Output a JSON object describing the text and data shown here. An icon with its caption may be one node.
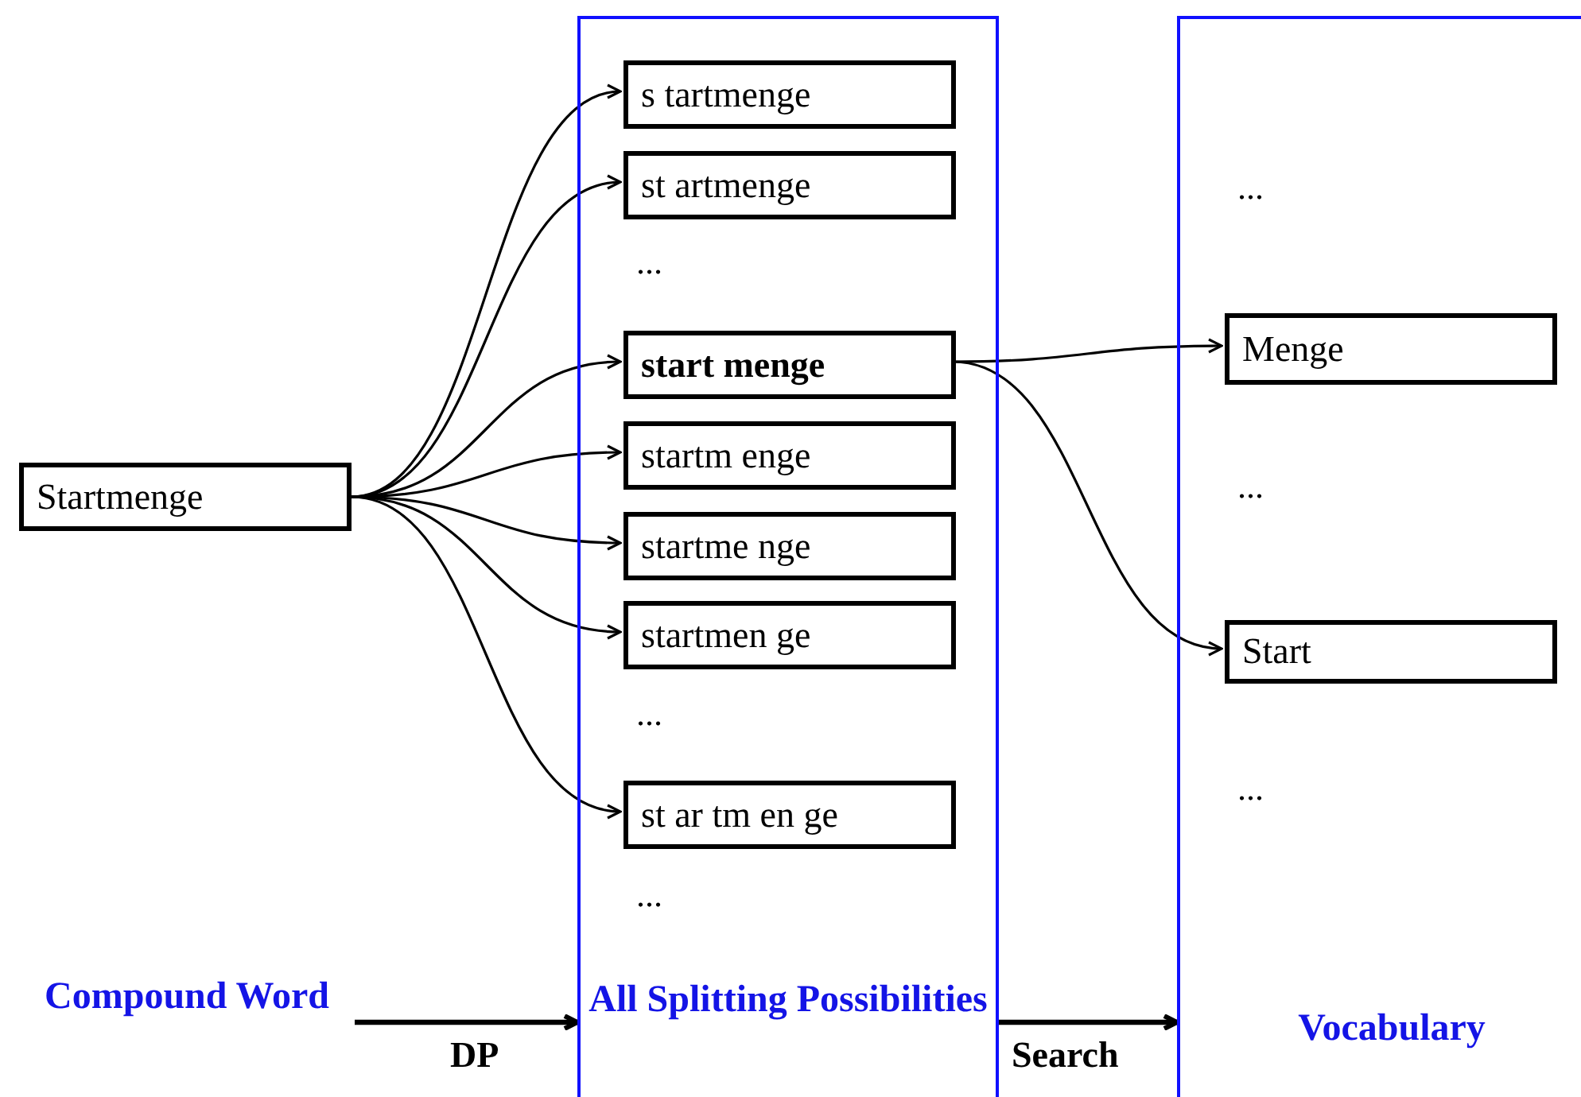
{
  "diagram": {
    "nodes": [
      {
        "text": [
          "Startmenge"
        ]
      },
      {
        "text": [
          "All Splitting Possibilities"
        ]
      },
      {
        "text": [
          "s tartmenge"
        ],
        "in": 1
      },
      {
        "text": [
          "st artmenge"
        ],
        "in": 1
      },
      {
        "text": [
          "start menge"
        ],
        "in": 1
      },
      {
        "text": [
          "startm enge"
        ],
        "in": 1
      },
      {
        "text": [
          "startme nge"
        ],
        "in": 1
      },
      {
        "text": [
          "startmen ge"
        ],
        "in": 1
      },
      {
        "text": [
          "st ar tm en ge"
        ],
        "in": 1
      },
      {
        "text": [
          "Vocabulary"
        ]
      },
      {
        "text": [
          "Menge"
        ],
        "in": 9
      },
      {
        "text": [
          "Start"
        ],
        "in": 9
      },
      {
        "text": [
          "Compound Word"
        ]
      }
    ],
    "edges": [
      {
        "from": 0,
        "to": 2,
        "arrow": "to"
      },
      {
        "from": 0,
        "to": 3,
        "arrow": "to"
      },
      {
        "from": 0,
        "to": 4,
        "arrow": "to"
      },
      {
        "from": 0,
        "to": 5,
        "arrow": "to"
      },
      {
        "from": 0,
        "to": 6,
        "arrow": "to"
      },
      {
        "from": 0,
        "to": 7,
        "arrow": "to"
      },
      {
        "from": 0,
        "to": 8,
        "arrow": "to"
      },
      {
        "from": 4,
        "to": 10,
        "arrow": "to"
      },
      {
        "from": 4,
        "to": 11,
        "arrow": "to"
      },
      {
        "from": 12,
        "to": 1,
        "arrow": "to",
        "label": "DP",
        "style": "thick"
      },
      {
        "from": 1,
        "to": 9,
        "arrow": "to",
        "label": "Search",
        "style": "thick"
      }
    ],
    "labels": [
      "...",
      "...",
      "...",
      "...",
      "...",
      "..."
    ]
  }
}
